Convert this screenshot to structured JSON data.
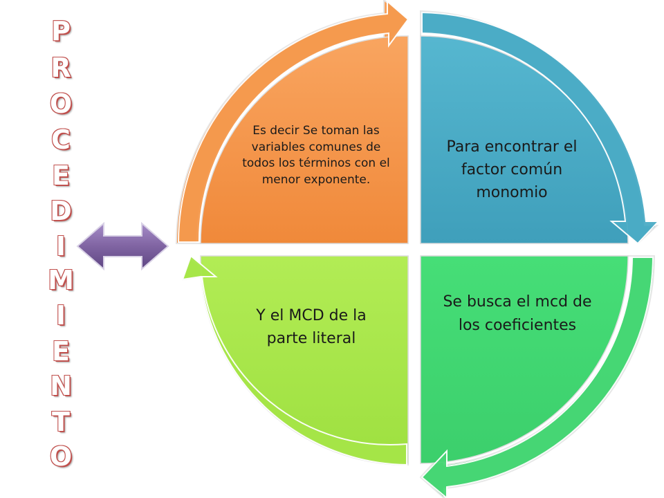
{
  "title_letters": [
    "P",
    "R",
    "O",
    "C",
    "E",
    "D",
    "I",
    "M",
    "I",
    "E",
    "N",
    "T",
    "O"
  ],
  "quadrants": {
    "top_left": {
      "text": "Es decir Se toman las variables comunes de todos los términos con el menor exponente.",
      "color": "#f79646"
    },
    "top_right": {
      "text": "Para encontrar el factor común monomio",
      "color": "#4bacc6"
    },
    "bottom_right": {
      "text": "Se busca el mcd de los coeficientes",
      "color": "#4ed87a"
    },
    "bottom_left": {
      "text": "Y el MCD de la parte literal",
      "color": "#a8e84a"
    }
  },
  "double_arrow_color": "#8064a2",
  "title_color": "#c0504d"
}
